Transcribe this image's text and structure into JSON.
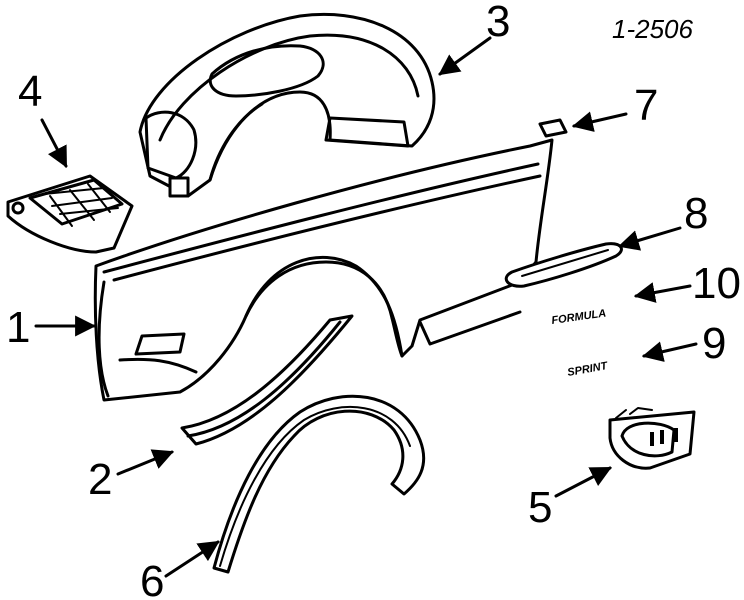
{
  "diagram": {
    "reference_code": "1-2506",
    "callouts": {
      "c1": "1",
      "c2": "2",
      "c3": "3",
      "c4": "4",
      "c5": "5",
      "c6": "6",
      "c7": "7",
      "c8": "8",
      "c9": "9",
      "c10": "10"
    },
    "emblems": {
      "formula": "FORMULA",
      "sprint": "SPRINT"
    }
  }
}
